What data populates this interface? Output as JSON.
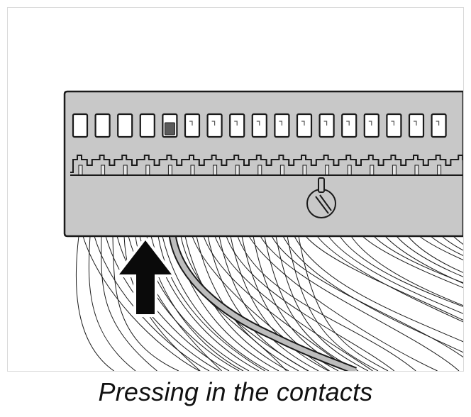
{
  "caption": "Pressing in the contacts",
  "colors": {
    "housing_fill": "#c8c8c8",
    "outline": "#1a1a1a",
    "arrow_fill": "#0a0a0a",
    "highlight_wire": "#bdbdbd",
    "active_slot": "#5a5a5a"
  },
  "icons": {
    "arrow": "up-arrow-icon",
    "latch": "latch-icon"
  },
  "connector": {
    "slot_count": 17,
    "active_slot_index": 4
  }
}
